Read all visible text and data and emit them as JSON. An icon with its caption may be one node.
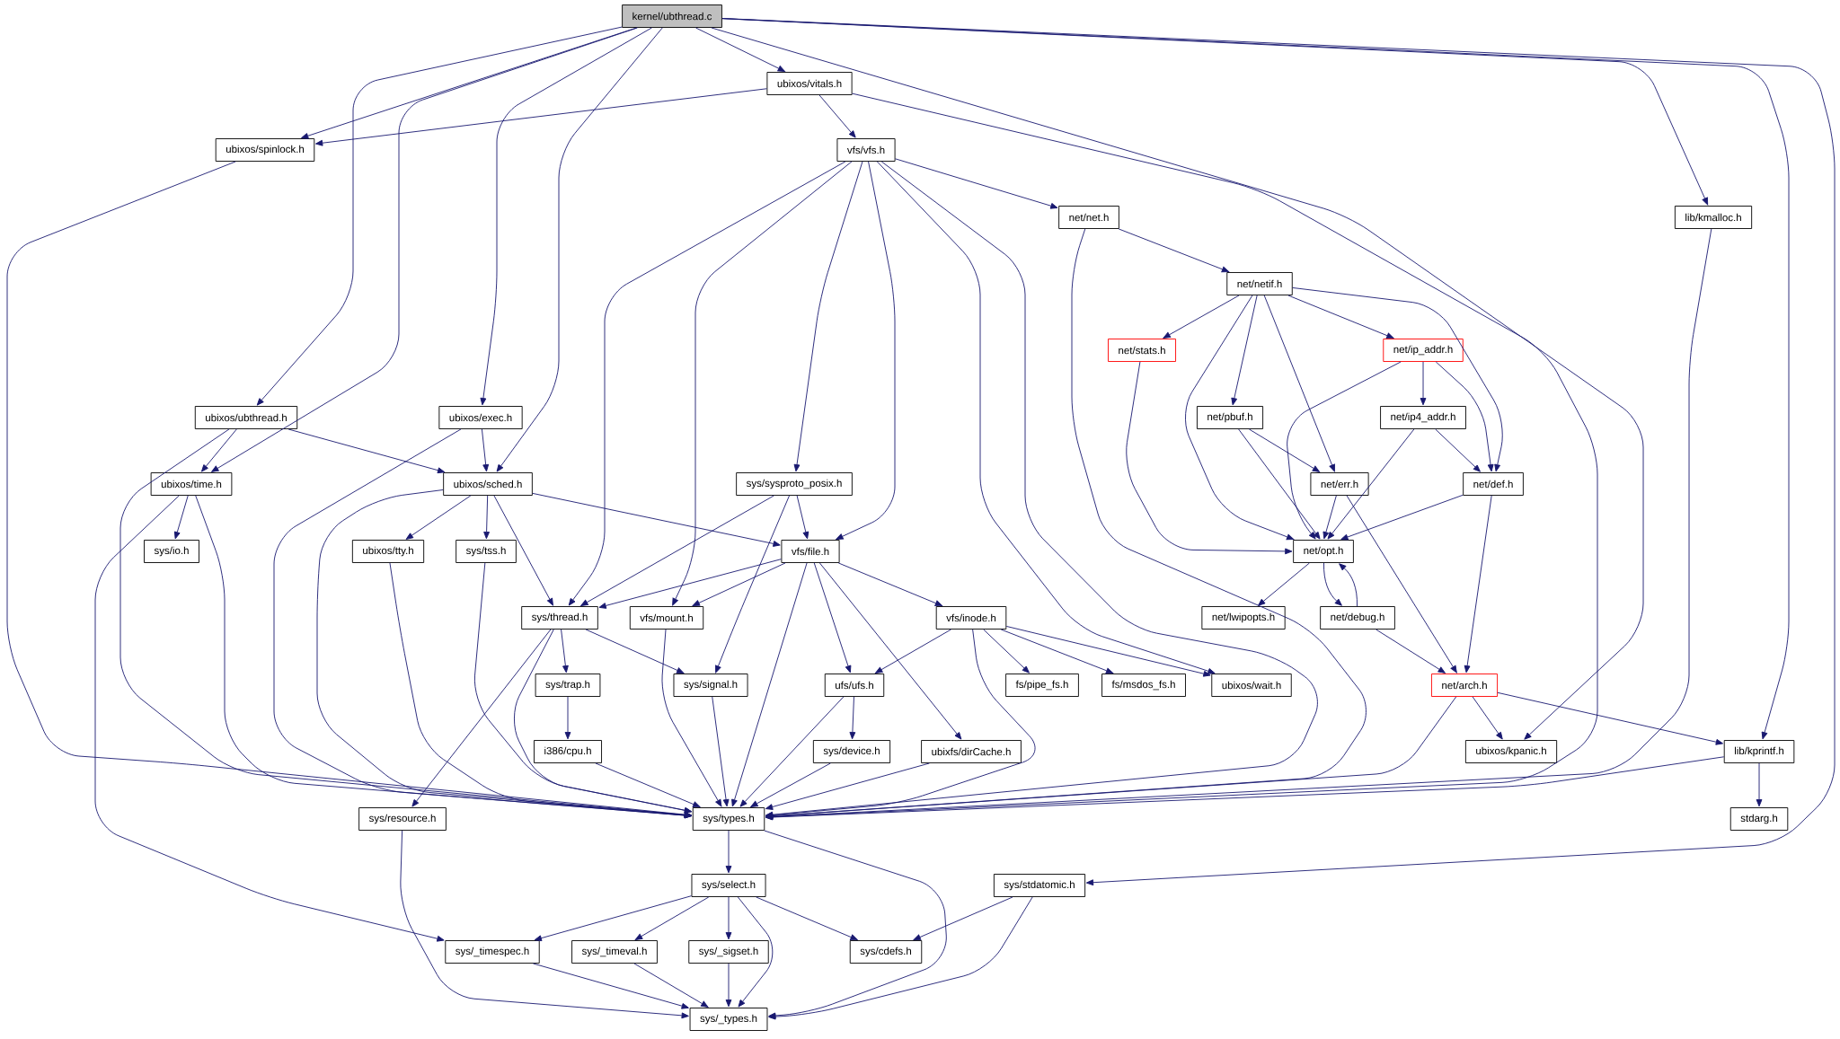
{
  "diagram": {
    "nodes": [
      {
        "text": [
          "kernel/ubthread.c"
        ]
      },
      {
        "text": [
          "ubixos/vitals.h"
        ]
      },
      {
        "text": [
          "ubixos/spinlock.h"
        ]
      },
      {
        "text": [
          "vfs/vfs.h"
        ]
      },
      {
        "text": [
          "lib/kmalloc.h"
        ]
      },
      {
        "text": [
          "net/net.h"
        ]
      },
      {
        "text": [
          "net/netif.h"
        ]
      },
      {
        "text": [
          "net/stats.h"
        ]
      },
      {
        "text": [
          "net/ip_addr.h"
        ]
      },
      {
        "text": [
          "ubixos/ubthread.h"
        ]
      },
      {
        "text": [
          "ubixos/exec.h"
        ]
      },
      {
        "text": [
          "net/pbuf.h"
        ]
      },
      {
        "text": [
          "net/ip4_addr.h"
        ]
      },
      {
        "text": [
          "ubixos/time.h"
        ]
      },
      {
        "text": [
          "ubixos/sched.h"
        ]
      },
      {
        "text": [
          "sys/sysproto_posix.h"
        ]
      },
      {
        "text": [
          "net/err.h"
        ]
      },
      {
        "text": [
          "net/def.h"
        ]
      },
      {
        "text": [
          "sys/io.h"
        ]
      },
      {
        "text": [
          "ubixos/tty.h"
        ]
      },
      {
        "text": [
          "sys/tss.h"
        ]
      },
      {
        "text": [
          "vfs/file.h"
        ]
      },
      {
        "text": [
          "net/opt.h"
        ]
      },
      {
        "text": [
          "sys/thread.h"
        ]
      },
      {
        "text": [
          "vfs/mount.h"
        ]
      },
      {
        "text": [
          "vfs/inode.h"
        ]
      },
      {
        "text": [
          "net/lwipopts.h"
        ]
      },
      {
        "text": [
          "net/debug.h"
        ]
      },
      {
        "text": [
          "sys/trap.h"
        ]
      },
      {
        "text": [
          "sys/signal.h"
        ]
      },
      {
        "text": [
          "ufs/ufs.h"
        ]
      },
      {
        "text": [
          "fs/pipe_fs.h"
        ]
      },
      {
        "text": [
          "fs/msdos_fs.h"
        ]
      },
      {
        "text": [
          "ubixos/wait.h"
        ]
      },
      {
        "text": [
          "net/arch.h"
        ]
      },
      {
        "text": [
          "i386/cpu.h"
        ]
      },
      {
        "text": [
          "sys/device.h"
        ]
      },
      {
        "text": [
          "ubixfs/dirCache.h"
        ]
      },
      {
        "text": [
          "ubixos/kpanic.h"
        ]
      },
      {
        "text": [
          "lib/kprintf.h"
        ]
      },
      {
        "text": [
          "sys/resource.h"
        ]
      },
      {
        "text": [
          "sys/types.h"
        ]
      },
      {
        "text": [
          "stdarg.h"
        ]
      },
      {
        "text": [
          "sys/select.h"
        ]
      },
      {
        "text": [
          "sys/stdatomic.h"
        ]
      },
      {
        "text": [
          "sys/_timespec.h"
        ]
      },
      {
        "text": [
          "sys/_timeval.h"
        ]
      },
      {
        "text": [
          "sys/_sigset.h"
        ]
      },
      {
        "text": [
          "sys/cdefs.h"
        ]
      },
      {
        "text": [
          "sys/_types.h"
        ]
      }
    ],
    "edges": [
      {
        "from": 0,
        "to": 1,
        "arrow": "to"
      },
      {
        "from": 0,
        "to": 2,
        "arrow": "to"
      },
      {
        "from": 0,
        "to": 9,
        "arrow": "to"
      },
      {
        "from": 0,
        "to": 13,
        "arrow": "to"
      },
      {
        "from": 0,
        "to": 10,
        "arrow": "to"
      },
      {
        "from": 0,
        "to": 14,
        "arrow": "to"
      },
      {
        "from": 0,
        "to": 38,
        "arrow": "to"
      },
      {
        "from": 0,
        "to": 4,
        "arrow": "to"
      },
      {
        "from": 0,
        "to": 39,
        "arrow": "to"
      },
      {
        "from": 0,
        "to": 44,
        "arrow": "to"
      },
      {
        "from": 1,
        "to": 2,
        "arrow": "to"
      },
      {
        "from": 1,
        "to": 3,
        "arrow": "to"
      },
      {
        "from": 1,
        "to": 41,
        "arrow": "to"
      },
      {
        "from": 2,
        "to": 41,
        "arrow": "to"
      },
      {
        "from": 3,
        "to": 5,
        "arrow": "to"
      },
      {
        "from": 3,
        "to": 23,
        "arrow": "to"
      },
      {
        "from": 3,
        "to": 24,
        "arrow": "to"
      },
      {
        "from": 3,
        "to": 15,
        "arrow": "to"
      },
      {
        "from": 3,
        "to": 21,
        "arrow": "to"
      },
      {
        "from": 3,
        "to": 33,
        "arrow": "to"
      },
      {
        "from": 3,
        "to": 41,
        "arrow": "to"
      },
      {
        "from": 5,
        "to": 6,
        "arrow": "to"
      },
      {
        "from": 5,
        "to": 41,
        "arrow": "to"
      },
      {
        "from": 6,
        "to": 7,
        "arrow": "to"
      },
      {
        "from": 6,
        "to": 8,
        "arrow": "to"
      },
      {
        "from": 6,
        "to": 11,
        "arrow": "to"
      },
      {
        "from": 6,
        "to": 16,
        "arrow": "to"
      },
      {
        "from": 6,
        "to": 22,
        "arrow": "to"
      },
      {
        "from": 6,
        "to": 17,
        "arrow": "to"
      },
      {
        "from": 7,
        "to": 22,
        "arrow": "to"
      },
      {
        "from": 8,
        "to": 12,
        "arrow": "to"
      },
      {
        "from": 8,
        "to": 17,
        "arrow": "to"
      },
      {
        "from": 8,
        "to": 22,
        "arrow": "to"
      },
      {
        "from": 12,
        "to": 17,
        "arrow": "to"
      },
      {
        "from": 12,
        "to": 22,
        "arrow": "to"
      },
      {
        "from": 11,
        "to": 16,
        "arrow": "to"
      },
      {
        "from": 11,
        "to": 22,
        "arrow": "to"
      },
      {
        "from": 16,
        "to": 22,
        "arrow": "to"
      },
      {
        "from": 16,
        "to": 34,
        "arrow": "to"
      },
      {
        "from": 17,
        "to": 22,
        "arrow": "to"
      },
      {
        "from": 17,
        "to": 34,
        "arrow": "to"
      },
      {
        "from": 22,
        "to": 26,
        "arrow": "to"
      },
      {
        "from": 22,
        "to": 27,
        "arrow": "to"
      },
      {
        "from": 27,
        "to": 22,
        "arrow": "to"
      },
      {
        "from": 27,
        "to": 34,
        "arrow": "to"
      },
      {
        "from": 34,
        "to": 38,
        "arrow": "to"
      },
      {
        "from": 34,
        "to": 39,
        "arrow": "to"
      },
      {
        "from": 34,
        "to": 41,
        "arrow": "to"
      },
      {
        "from": 4,
        "to": 41,
        "arrow": "to"
      },
      {
        "from": 39,
        "to": 41,
        "arrow": "to"
      },
      {
        "from": 39,
        "to": 42,
        "arrow": "to"
      },
      {
        "from": 9,
        "to": 13,
        "arrow": "to"
      },
      {
        "from": 9,
        "to": 14,
        "arrow": "to"
      },
      {
        "from": 9,
        "to": 41,
        "arrow": "to"
      },
      {
        "from": 10,
        "to": 14,
        "arrow": "to"
      },
      {
        "from": 10,
        "to": 41,
        "arrow": "to"
      },
      {
        "from": 13,
        "to": 18,
        "arrow": "to"
      },
      {
        "from": 13,
        "to": 41,
        "arrow": "to"
      },
      {
        "from": 13,
        "to": 45,
        "arrow": "to"
      },
      {
        "from": 14,
        "to": 19,
        "arrow": "to"
      },
      {
        "from": 14,
        "to": 20,
        "arrow": "to"
      },
      {
        "from": 14,
        "to": 23,
        "arrow": "to"
      },
      {
        "from": 14,
        "to": 21,
        "arrow": "to"
      },
      {
        "from": 14,
        "to": 41,
        "arrow": "to"
      },
      {
        "from": 15,
        "to": 21,
        "arrow": "to"
      },
      {
        "from": 15,
        "to": 23,
        "arrow": "to"
      },
      {
        "from": 15,
        "to": 29,
        "arrow": "to"
      },
      {
        "from": 19,
        "to": 41,
        "arrow": "to"
      },
      {
        "from": 20,
        "to": 41,
        "arrow": "to"
      },
      {
        "from": 21,
        "to": 23,
        "arrow": "to"
      },
      {
        "from": 21,
        "to": 24,
        "arrow": "to"
      },
      {
        "from": 21,
        "to": 25,
        "arrow": "to"
      },
      {
        "from": 21,
        "to": 30,
        "arrow": "to"
      },
      {
        "from": 21,
        "to": 37,
        "arrow": "to"
      },
      {
        "from": 21,
        "to": 41,
        "arrow": "to"
      },
      {
        "from": 23,
        "to": 28,
        "arrow": "to"
      },
      {
        "from": 23,
        "to": 29,
        "arrow": "to"
      },
      {
        "from": 23,
        "to": 40,
        "arrow": "to"
      },
      {
        "from": 23,
        "to": 41,
        "arrow": "to"
      },
      {
        "from": 24,
        "to": 41,
        "arrow": "to"
      },
      {
        "from": 25,
        "to": 30,
        "arrow": "to"
      },
      {
        "from": 25,
        "to": 31,
        "arrow": "to"
      },
      {
        "from": 25,
        "to": 32,
        "arrow": "to"
      },
      {
        "from": 25,
        "to": 33,
        "arrow": "to"
      },
      {
        "from": 25,
        "to": 41,
        "arrow": "to"
      },
      {
        "from": 28,
        "to": 35,
        "arrow": "to"
      },
      {
        "from": 35,
        "to": 41,
        "arrow": "to"
      },
      {
        "from": 29,
        "to": 41,
        "arrow": "to"
      },
      {
        "from": 30,
        "to": 36,
        "arrow": "to"
      },
      {
        "from": 30,
        "to": 41,
        "arrow": "to"
      },
      {
        "from": 36,
        "to": 41,
        "arrow": "to"
      },
      {
        "from": 37,
        "to": 41,
        "arrow": "to"
      },
      {
        "from": 40,
        "to": 49,
        "arrow": "to"
      },
      {
        "from": 41,
        "to": 43,
        "arrow": "to"
      },
      {
        "from": 41,
        "to": 49,
        "arrow": "to"
      },
      {
        "from": 43,
        "to": 45,
        "arrow": "to"
      },
      {
        "from": 43,
        "to": 46,
        "arrow": "to"
      },
      {
        "from": 43,
        "to": 47,
        "arrow": "to"
      },
      {
        "from": 43,
        "to": 48,
        "arrow": "to"
      },
      {
        "from": 43,
        "to": 49,
        "arrow": "to"
      },
      {
        "from": 44,
        "to": 48,
        "arrow": "to"
      },
      {
        "from": 44,
        "to": 49,
        "arrow": "to"
      },
      {
        "from": 45,
        "to": 49,
        "arrow": "to"
      },
      {
        "from": 46,
        "to": 49,
        "arrow": "to"
      },
      {
        "from": 47,
        "to": 49,
        "arrow": "to"
      }
    ]
  }
}
